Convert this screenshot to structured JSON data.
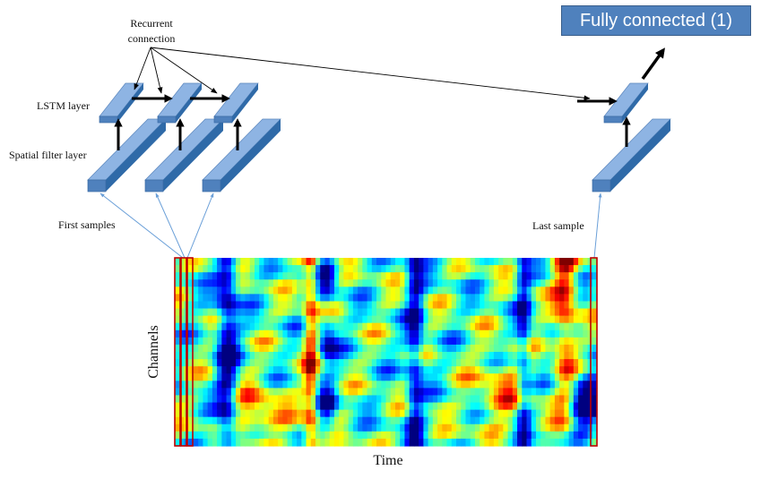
{
  "labels": {
    "recurrent_line1": "Recurrent",
    "recurrent_line2": "connection",
    "lstm_layer": "LSTM layer",
    "spatial_filter_layer": "Spatial filter layer",
    "first_samples": "First samples",
    "last_sample": "Last sample",
    "channels": "Channels",
    "time": "Time",
    "fully_connected": "Fully connected (1)"
  },
  "colors": {
    "block_face": "#4f81bd",
    "block_top": "#8eb4e3",
    "block_side": "#2f6aa8",
    "highlight_box": "#c00000",
    "feedback_line": "#6a9fd8"
  },
  "heatmap": {
    "colormap": "jet",
    "rows": 26,
    "cols": 90
  }
}
